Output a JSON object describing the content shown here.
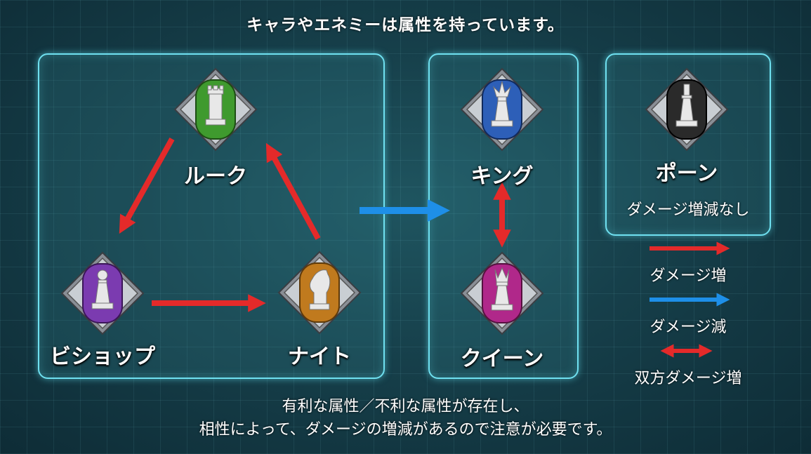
{
  "title": "キャラやエネミーは属性を持っています。",
  "pieces": {
    "rook": {
      "label": "ルーク",
      "color": "#3f9a2e",
      "icon": "rook-icon"
    },
    "bishop": {
      "label": "ビショップ",
      "color": "#7b3bb0",
      "icon": "pawn-bishop-icon"
    },
    "knight": {
      "label": "ナイト",
      "color": "#c07a1e",
      "icon": "knight-icon"
    },
    "king": {
      "label": "キング",
      "color": "#2d5fb8",
      "icon": "king-icon"
    },
    "queen": {
      "label": "クイーン",
      "color": "#b0288a",
      "icon": "queen-icon"
    },
    "pawn": {
      "label": "ポーン",
      "color": "#2a2a2a",
      "icon": "pawn-icon"
    }
  },
  "pawn_note": "ダメージ増減なし",
  "legend": {
    "increase": {
      "label": "ダメージ増",
      "color": "#e42a2a"
    },
    "decrease": {
      "label": "ダメージ減",
      "color": "#1e8fe8"
    },
    "mutual": {
      "label": "双方ダメージ増",
      "color": "#e42a2a"
    }
  },
  "footer": {
    "line1": "有利な属性／不利な属性が存在し、",
    "line2": "相性によって、ダメージの増減があるので注意が必要です。"
  }
}
